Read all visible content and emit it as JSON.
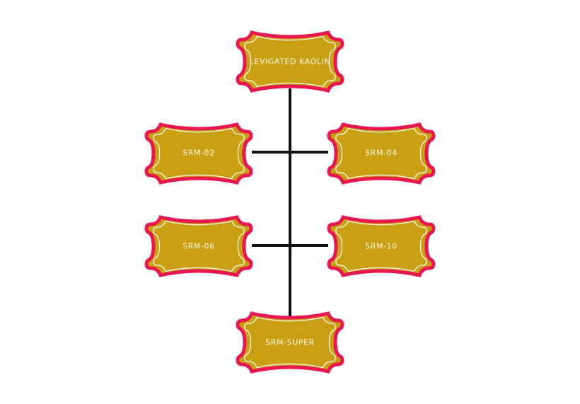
{
  "diagram": {
    "root": {
      "label": "LEVIGATED KAOLIN"
    },
    "children": [
      {
        "label": "SRM-02"
      },
      {
        "label": "SRM-04"
      },
      {
        "label": "SRM-06"
      },
      {
        "label": "SRM-10"
      }
    ],
    "bottom": {
      "label": "SRM-SUPER"
    }
  },
  "colors": {
    "node_fill": "#c9a012",
    "node_border": "#e8174f",
    "node_inner_border": "#ffffff",
    "connector": "#111111",
    "label_text": "#fff7ea"
  }
}
